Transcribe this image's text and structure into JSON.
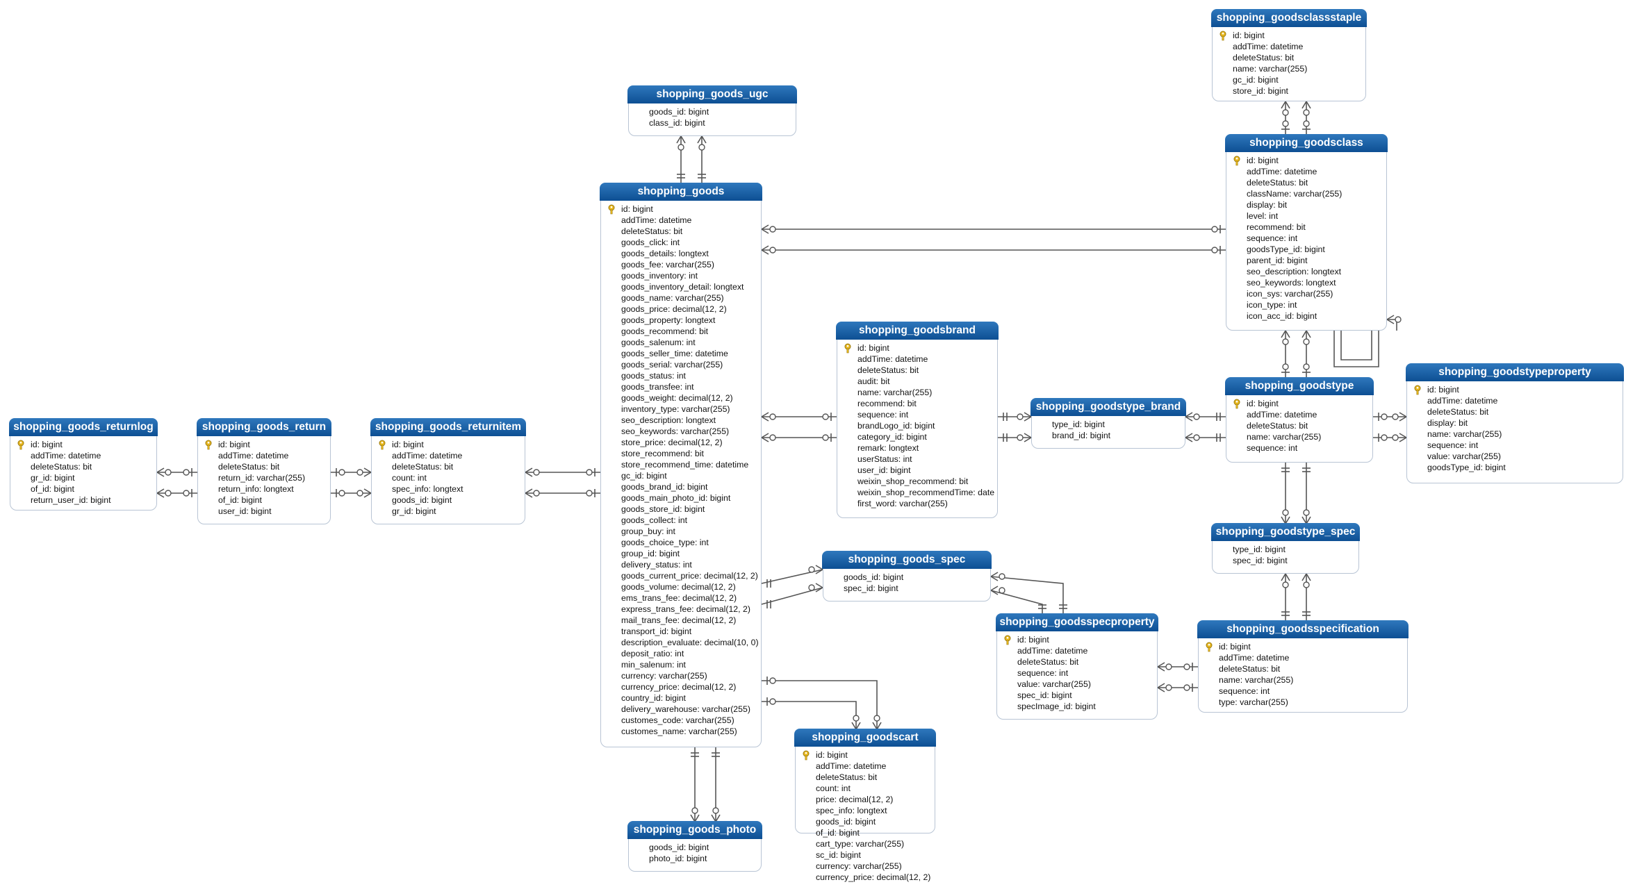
{
  "colors": {
    "header": "#0d4f93",
    "border": "#b8c4d4",
    "key": "#e8b820",
    "line": "#555555"
  },
  "icons": {
    "primary_key": "key-icon"
  },
  "entities": [
    {
      "name": "shopping_goods_returnlog",
      "fields": [
        {
          "text": "id: bigint",
          "pk": true
        },
        {
          "text": "addTime: datetime"
        },
        {
          "text": "deleteStatus: bit"
        },
        {
          "text": "gr_id: bigint"
        },
        {
          "text": "of_id: bigint"
        },
        {
          "text": "return_user_id: bigint"
        }
      ]
    },
    {
      "name": "shopping_goods_return",
      "fields": [
        {
          "text": "id: bigint",
          "pk": true
        },
        {
          "text": "addTime: datetime"
        },
        {
          "text": "deleteStatus: bit"
        },
        {
          "text": "return_id: varchar(255)"
        },
        {
          "text": "return_info: longtext"
        },
        {
          "text": "of_id: bigint"
        },
        {
          "text": "user_id: bigint"
        }
      ]
    },
    {
      "name": "shopping_goods_returnitem",
      "fields": [
        {
          "text": "id: bigint",
          "pk": true
        },
        {
          "text": "addTime: datetime"
        },
        {
          "text": "deleteStatus: bit"
        },
        {
          "text": "count: int"
        },
        {
          "text": "spec_info: longtext"
        },
        {
          "text": "goods_id: bigint"
        },
        {
          "text": "gr_id: bigint"
        }
      ]
    },
    {
      "name": "shopping_goods_ugc",
      "fields": [
        {
          "text": "goods_id: bigint"
        },
        {
          "text": "class_id: bigint"
        }
      ]
    },
    {
      "name": "shopping_goods",
      "fields": [
        {
          "text": "id: bigint",
          "pk": true
        },
        {
          "text": "addTime: datetime"
        },
        {
          "text": "deleteStatus: bit"
        },
        {
          "text": "goods_click: int"
        },
        {
          "text": "goods_details: longtext"
        },
        {
          "text": "goods_fee: varchar(255)"
        },
        {
          "text": "goods_inventory: int"
        },
        {
          "text": "goods_inventory_detail: longtext"
        },
        {
          "text": "goods_name: varchar(255)"
        },
        {
          "text": "goods_price: decimal(12, 2)"
        },
        {
          "text": "goods_property: longtext"
        },
        {
          "text": "goods_recommend: bit"
        },
        {
          "text": "goods_salenum: int"
        },
        {
          "text": "goods_seller_time: datetime"
        },
        {
          "text": "goods_serial: varchar(255)"
        },
        {
          "text": "goods_status: int"
        },
        {
          "text": "goods_transfee: int"
        },
        {
          "text": "goods_weight: decimal(12, 2)"
        },
        {
          "text": "inventory_type: varchar(255)"
        },
        {
          "text": "seo_description: longtext"
        },
        {
          "text": "seo_keywords: varchar(255)"
        },
        {
          "text": "store_price: decimal(12, 2)"
        },
        {
          "text": "store_recommend: bit"
        },
        {
          "text": "store_recommend_time: datetime"
        },
        {
          "text": "gc_id: bigint"
        },
        {
          "text": "goods_brand_id: bigint"
        },
        {
          "text": "goods_main_photo_id: bigint"
        },
        {
          "text": "goods_store_id: bigint"
        },
        {
          "text": "goods_collect: int"
        },
        {
          "text": "group_buy: int"
        },
        {
          "text": "goods_choice_type: int"
        },
        {
          "text": "group_id: bigint"
        },
        {
          "text": "delivery_status: int"
        },
        {
          "text": "goods_current_price: decimal(12, 2)"
        },
        {
          "text": "goods_volume: decimal(12, 2)"
        },
        {
          "text": "ems_trans_fee: decimal(12, 2)"
        },
        {
          "text": "express_trans_fee: decimal(12, 2)"
        },
        {
          "text": "mail_trans_fee: decimal(12, 2)"
        },
        {
          "text": "transport_id: bigint"
        },
        {
          "text": "description_evaluate: decimal(10, 0)"
        },
        {
          "text": "deposit_ratio: int"
        },
        {
          "text": "min_salenum: int"
        },
        {
          "text": "currency: varchar(255)"
        },
        {
          "text": "currency_price: decimal(12, 2)"
        },
        {
          "text": "country_id: bigint"
        },
        {
          "text": "delivery_warehouse: varchar(255)"
        },
        {
          "text": "customes_code: varchar(255)"
        },
        {
          "text": "customes_name: varchar(255)"
        }
      ]
    },
    {
      "name": "shopping_goods_photo",
      "fields": [
        {
          "text": "goods_id: bigint"
        },
        {
          "text": "photo_id: bigint"
        }
      ]
    },
    {
      "name": "shopping_goodsbrand",
      "fields": [
        {
          "text": "id: bigint",
          "pk": true
        },
        {
          "text": "addTime: datetime"
        },
        {
          "text": "deleteStatus: bit"
        },
        {
          "text": "audit: bit"
        },
        {
          "text": "name: varchar(255)"
        },
        {
          "text": "recommend: bit"
        },
        {
          "text": "sequence: int"
        },
        {
          "text": "brandLogo_id: bigint"
        },
        {
          "text": "category_id: bigint"
        },
        {
          "text": "remark: longtext"
        },
        {
          "text": "userStatus: int"
        },
        {
          "text": "user_id: bigint"
        },
        {
          "text": "weixin_shop_recommend: bit"
        },
        {
          "text": "weixin_shop_recommendTime: date"
        },
        {
          "text": "first_word: varchar(255)"
        }
      ]
    },
    {
      "name": "shopping_goods_spec",
      "fields": [
        {
          "text": "goods_id: bigint"
        },
        {
          "text": "spec_id: bigint"
        }
      ]
    },
    {
      "name": "shopping_goodscart",
      "fields": [
        {
          "text": "id: bigint",
          "pk": true
        },
        {
          "text": "addTime: datetime"
        },
        {
          "text": "deleteStatus: bit"
        },
        {
          "text": "count: int"
        },
        {
          "text": "price: decimal(12, 2)"
        },
        {
          "text": "spec_info: longtext"
        },
        {
          "text": "goods_id: bigint"
        },
        {
          "text": "of_id: bigint"
        },
        {
          "text": "cart_type: varchar(255)"
        },
        {
          "text": "sc_id: bigint"
        },
        {
          "text": "currency: varchar(255)"
        },
        {
          "text": "currency_price: decimal(12, 2)"
        }
      ]
    },
    {
      "name": "shopping_goodstype_brand",
      "fields": [
        {
          "text": "type_id: bigint"
        },
        {
          "text": "brand_id: bigint"
        }
      ]
    },
    {
      "name": "shopping_goodsspecproperty",
      "fields": [
        {
          "text": "id: bigint",
          "pk": true
        },
        {
          "text": "addTime: datetime"
        },
        {
          "text": "deleteStatus: bit"
        },
        {
          "text": "sequence: int"
        },
        {
          "text": "value: varchar(255)"
        },
        {
          "text": "spec_id: bigint"
        },
        {
          "text": "specImage_id: bigint"
        }
      ]
    },
    {
      "name": "shopping_goodsclassstaple",
      "fields": [
        {
          "text": "id: bigint",
          "pk": true
        },
        {
          "text": "addTime: datetime"
        },
        {
          "text": "deleteStatus: bit"
        },
        {
          "text": "name: varchar(255)"
        },
        {
          "text": "gc_id: bigint"
        },
        {
          "text": "store_id: bigint"
        }
      ]
    },
    {
      "name": "shopping_goodsclass",
      "fields": [
        {
          "text": "id: bigint",
          "pk": true
        },
        {
          "text": "addTime: datetime"
        },
        {
          "text": "deleteStatus: bit"
        },
        {
          "text": "className: varchar(255)"
        },
        {
          "text": "display: bit"
        },
        {
          "text": "level: int"
        },
        {
          "text": "recommend: bit"
        },
        {
          "text": "sequence: int"
        },
        {
          "text": "goodsType_id: bigint"
        },
        {
          "text": "parent_id: bigint"
        },
        {
          "text": "seo_description: longtext"
        },
        {
          "text": "seo_keywords: longtext"
        },
        {
          "text": "icon_sys: varchar(255)"
        },
        {
          "text": "icon_type: int"
        },
        {
          "text": "icon_acc_id: bigint"
        }
      ]
    },
    {
      "name": "shopping_goodstype",
      "fields": [
        {
          "text": "id: bigint",
          "pk": true
        },
        {
          "text": "addTime: datetime"
        },
        {
          "text": "deleteStatus: bit"
        },
        {
          "text": "name: varchar(255)"
        },
        {
          "text": "sequence: int"
        }
      ]
    },
    {
      "name": "shopping_goodstypeproperty",
      "fields": [
        {
          "text": "id: bigint",
          "pk": true
        },
        {
          "text": "addTime: datetime"
        },
        {
          "text": "deleteStatus: bit"
        },
        {
          "text": "display: bit"
        },
        {
          "text": "name: varchar(255)"
        },
        {
          "text": "sequence: int"
        },
        {
          "text": "value: varchar(255)"
        },
        {
          "text": "goodsType_id: bigint"
        }
      ]
    },
    {
      "name": "shopping_goodstype_spec",
      "fields": [
        {
          "text": "type_id: bigint"
        },
        {
          "text": "spec_id: bigint"
        }
      ]
    },
    {
      "name": "shopping_goodsspecification",
      "fields": [
        {
          "text": "id: bigint",
          "pk": true
        },
        {
          "text": "addTime: datetime"
        },
        {
          "text": "deleteStatus: bit"
        },
        {
          "text": "name: varchar(255)"
        },
        {
          "text": "sequence: int"
        },
        {
          "text": "type: varchar(255)"
        }
      ]
    }
  ]
}
